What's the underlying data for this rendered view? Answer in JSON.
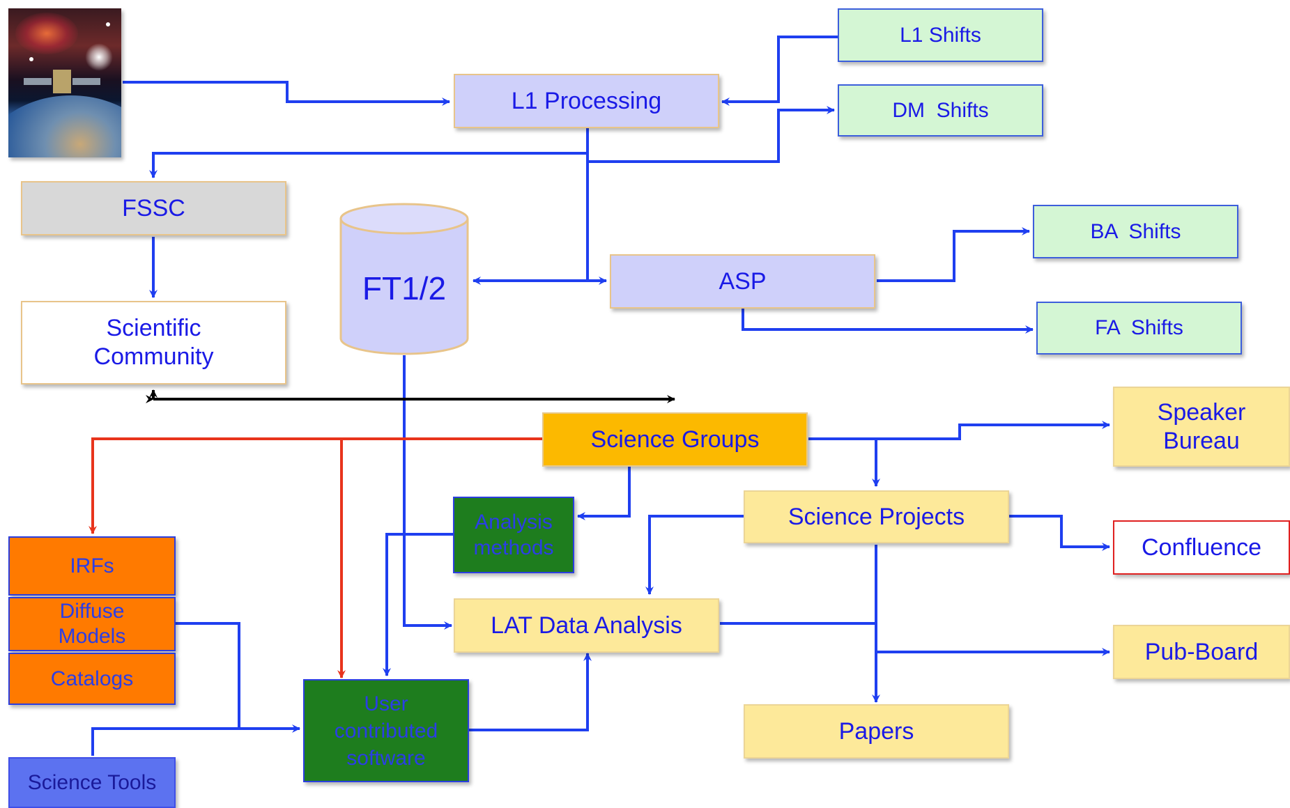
{
  "nodes": {
    "l1_processing": "L1 Processing",
    "l1_shifts": "L1 Shifts",
    "dm_shifts": "DM  Shifts",
    "fssc": "FSSC",
    "scientific_community": "Scientific\nCommunity",
    "ft12": "FT1/2",
    "asp": "ASP",
    "ba_shifts": "BA  Shifts",
    "fa_shifts": "FA  Shifts",
    "science_groups": "Science Groups",
    "speaker_bureau": "Speaker\nBureau",
    "science_projects": "Science Projects",
    "confluence": "Confluence",
    "analysis_methods": "Analysis\nmethods",
    "lat_data_analysis": "LAT Data Analysis",
    "pub_board": "Pub-Board",
    "irfs": "IRFs",
    "diffuse_models": "Diffuse\nModels",
    "catalogs": "Catalogs",
    "user_software": "User\ncontributed\nsoftware",
    "papers": "Papers",
    "science_tools": "Science Tools"
  },
  "colors": {
    "flow_arrow": "#1f3ff0",
    "science_group_arrow": "#e8341c",
    "community_arrow": "#000000"
  },
  "icons": {
    "satellite_image": "satellite-over-earth-image"
  }
}
